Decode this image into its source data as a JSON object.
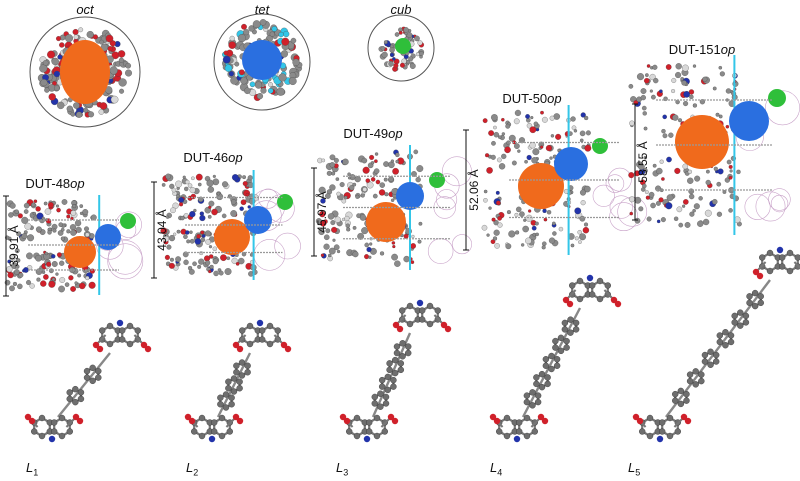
{
  "cages": [
    {
      "label": "oct",
      "color": "#f06a1c"
    },
    {
      "label": "tet",
      "color": "#2a6fe0"
    },
    {
      "label": "cub",
      "color": "#2fbf3a"
    }
  ],
  "frameworks": [
    {
      "name": "DUT-48",
      "suffix": "op",
      "dimension": "39.91 Å"
    },
    {
      "name": "DUT-46",
      "suffix": "op",
      "dimension": "43.04 Å"
    },
    {
      "name": "DUT-49",
      "suffix": "op",
      "dimension": "45.97 Å"
    },
    {
      "name": "DUT-50",
      "suffix": "op",
      "dimension": "52.06 Å"
    },
    {
      "name": "DUT-151",
      "suffix": "op",
      "dimension": "58.55 Å"
    }
  ],
  "ligands": [
    {
      "base": "L",
      "sub": "1"
    },
    {
      "base": "L",
      "sub": "2"
    },
    {
      "base": "L",
      "sub": "3"
    },
    {
      "base": "L",
      "sub": "4"
    },
    {
      "base": "L",
      "sub": "5"
    }
  ],
  "colors": {
    "oct_cage": "#f06a1c",
    "tet_cage": "#2a6fe0",
    "cub_cage": "#2fbf3a",
    "carbon": "#8a8a8a",
    "oxygen": "#d0202a",
    "nitrogen": "#2233aa",
    "copper": "#33c6e8"
  }
}
